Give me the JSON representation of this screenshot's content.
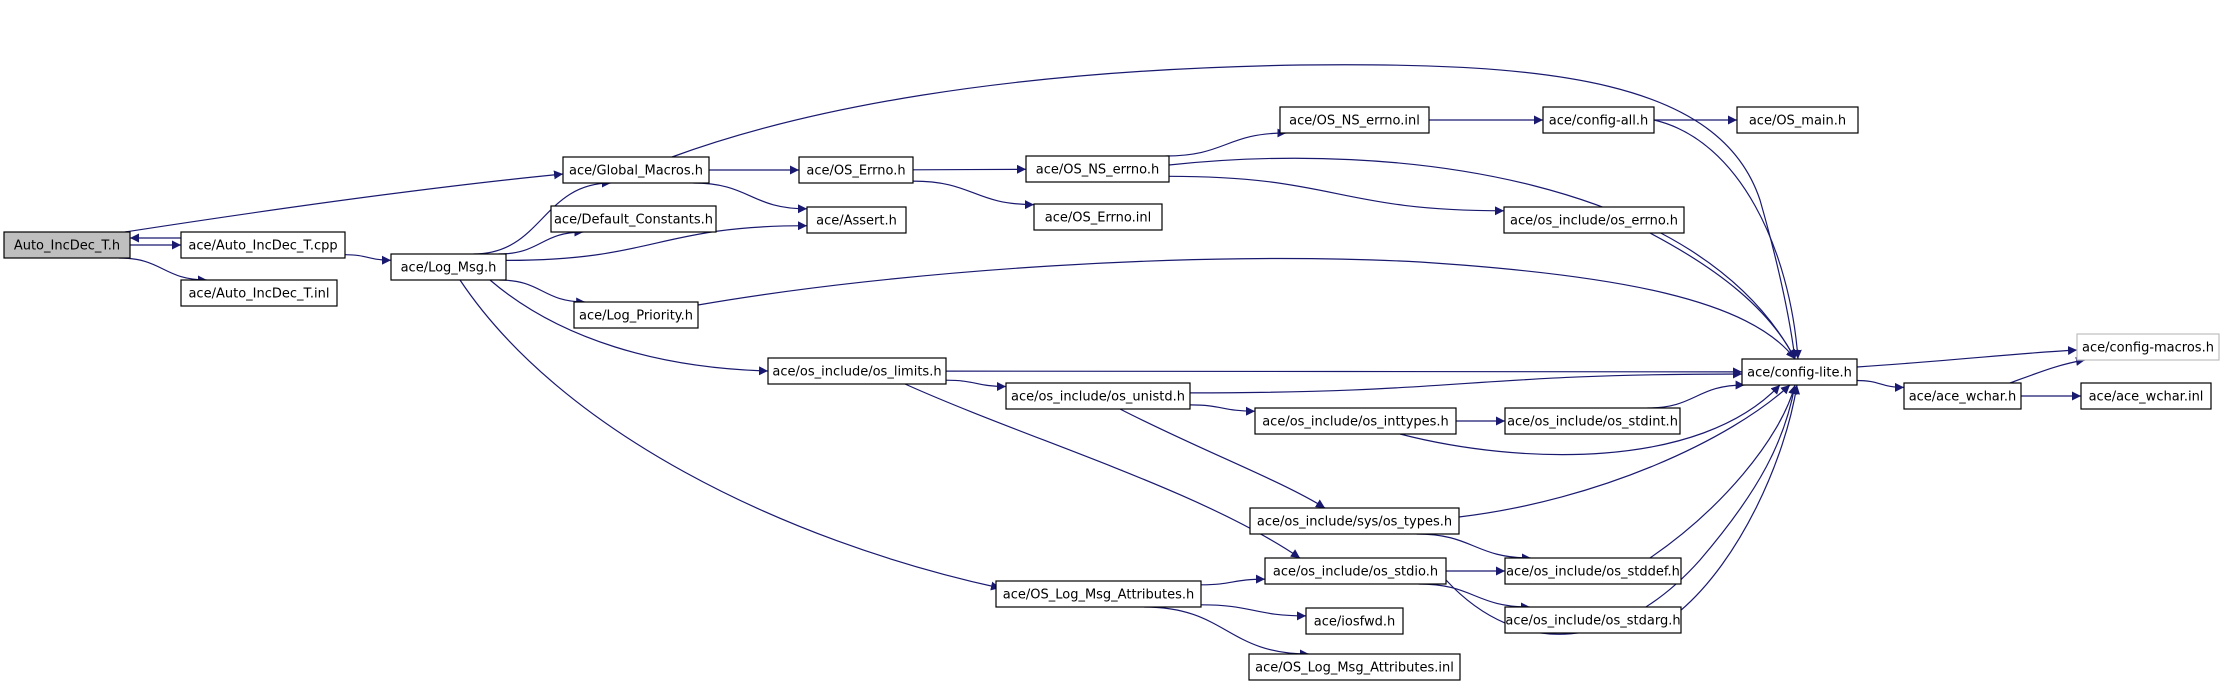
{
  "diagram": {
    "colors": {
      "edge": "#191970",
      "root_fill": "#bfbfbf",
      "faded_border": "#bfbfbf"
    },
    "nodes": [
      {
        "id": "auto_incdec_h",
        "label": "Auto_IncDec_T.h",
        "style": "root"
      },
      {
        "id": "auto_incdec_cpp",
        "label": "ace/Auto_IncDec_T.cpp"
      },
      {
        "id": "auto_incdec_inl",
        "label": "ace/Auto_IncDec_T.inl"
      },
      {
        "id": "global_macros",
        "label": "ace/Global_Macros.h"
      },
      {
        "id": "default_constants",
        "label": "ace/Default_Constants.h"
      },
      {
        "id": "log_msg",
        "label": "ace/Log_Msg.h"
      },
      {
        "id": "log_priority",
        "label": "ace/Log_Priority.h"
      },
      {
        "id": "os_errno_h",
        "label": "ace/OS_Errno.h"
      },
      {
        "id": "assert_h",
        "label": "ace/Assert.h"
      },
      {
        "id": "os_ns_errno_h",
        "label": "ace/OS_NS_errno.h"
      },
      {
        "id": "os_errno_inl",
        "label": "ace/OS_Errno.inl"
      },
      {
        "id": "os_ns_errno_inl",
        "label": "ace/OS_NS_errno.inl"
      },
      {
        "id": "config_all",
        "label": "ace/config-all.h"
      },
      {
        "id": "os_main",
        "label": "ace/OS_main.h"
      },
      {
        "id": "os_include_errno",
        "label": "ace/os_include/os_errno.h"
      },
      {
        "id": "config_lite",
        "label": "ace/config-lite.h"
      },
      {
        "id": "config_macros",
        "label": "ace/config-macros.h",
        "style": "faded"
      },
      {
        "id": "ace_wchar_h",
        "label": "ace/ace_wchar.h"
      },
      {
        "id": "ace_wchar_inl",
        "label": "ace/ace_wchar.inl"
      },
      {
        "id": "os_limits",
        "label": "ace/os_include/os_limits.h"
      },
      {
        "id": "os_unistd",
        "label": "ace/os_include/os_unistd.h"
      },
      {
        "id": "os_inttypes",
        "label": "ace/os_include/os_inttypes.h"
      },
      {
        "id": "os_stdint",
        "label": "ace/os_include/os_stdint.h"
      },
      {
        "id": "sys_os_types",
        "label": "ace/os_include/sys/os_types.h"
      },
      {
        "id": "os_stdio",
        "label": "ace/os_include/os_stdio.h"
      },
      {
        "id": "os_stddef",
        "label": "ace/os_include/os_stddef.h"
      },
      {
        "id": "os_stdarg",
        "label": "ace/os_include/os_stdarg.h"
      },
      {
        "id": "os_log_msg_attr_h",
        "label": "ace/OS_Log_Msg_Attributes.h"
      },
      {
        "id": "iosfwd",
        "label": "ace/iosfwd.h"
      },
      {
        "id": "os_log_msg_attr_inl",
        "label": "ace/OS_Log_Msg_Attributes.inl"
      }
    ],
    "edges": [
      [
        "auto_incdec_h",
        "global_macros"
      ],
      [
        "auto_incdec_h",
        "auto_incdec_cpp"
      ],
      [
        "auto_incdec_h",
        "auto_incdec_inl"
      ],
      [
        "auto_incdec_cpp",
        "auto_incdec_h"
      ],
      [
        "auto_incdec_cpp",
        "log_msg"
      ],
      [
        "global_macros",
        "os_errno_h"
      ],
      [
        "global_macros",
        "assert_h"
      ],
      [
        "global_macros",
        "config_lite"
      ],
      [
        "os_errno_h",
        "os_ns_errno_h"
      ],
      [
        "os_errno_h",
        "os_errno_inl"
      ],
      [
        "os_ns_errno_h",
        "os_ns_errno_inl"
      ],
      [
        "os_ns_errno_h",
        "config_lite"
      ],
      [
        "os_ns_errno_h",
        "os_include_errno"
      ],
      [
        "os_ns_errno_inl",
        "config_all"
      ],
      [
        "config_all",
        "os_main"
      ],
      [
        "config_all",
        "config_lite"
      ],
      [
        "os_include_errno",
        "config_lite"
      ],
      [
        "log_msg",
        "global_macros"
      ],
      [
        "log_msg",
        "default_constants"
      ],
      [
        "log_msg",
        "assert_h"
      ],
      [
        "log_msg",
        "log_priority"
      ],
      [
        "log_msg",
        "os_limits"
      ],
      [
        "log_msg",
        "os_log_msg_attr_h"
      ],
      [
        "log_priority",
        "config_lite"
      ],
      [
        "os_limits",
        "config_lite"
      ],
      [
        "os_limits",
        "os_unistd"
      ],
      [
        "os_limits",
        "os_stdio"
      ],
      [
        "os_unistd",
        "config_lite"
      ],
      [
        "os_unistd",
        "os_inttypes"
      ],
      [
        "os_unistd",
        "sys_os_types"
      ],
      [
        "os_inttypes",
        "os_stdint"
      ],
      [
        "os_inttypes",
        "config_lite"
      ],
      [
        "os_stdint",
        "config_lite"
      ],
      [
        "sys_os_types",
        "config_lite"
      ],
      [
        "sys_os_types",
        "os_stddef"
      ],
      [
        "os_stdio",
        "os_stddef"
      ],
      [
        "os_stdio",
        "os_stdarg"
      ],
      [
        "os_stdio",
        "config_lite"
      ],
      [
        "os_stddef",
        "config_lite"
      ],
      [
        "os_stdarg",
        "config_lite"
      ],
      [
        "config_lite",
        "config_macros"
      ],
      [
        "config_lite",
        "ace_wchar_h"
      ],
      [
        "ace_wchar_h",
        "config_macros"
      ],
      [
        "ace_wchar_h",
        "ace_wchar_inl"
      ],
      [
        "os_log_msg_attr_h",
        "os_stdio"
      ],
      [
        "os_log_msg_attr_h",
        "iosfwd"
      ],
      [
        "os_log_msg_attr_h",
        "os_log_msg_attr_inl"
      ]
    ]
  }
}
